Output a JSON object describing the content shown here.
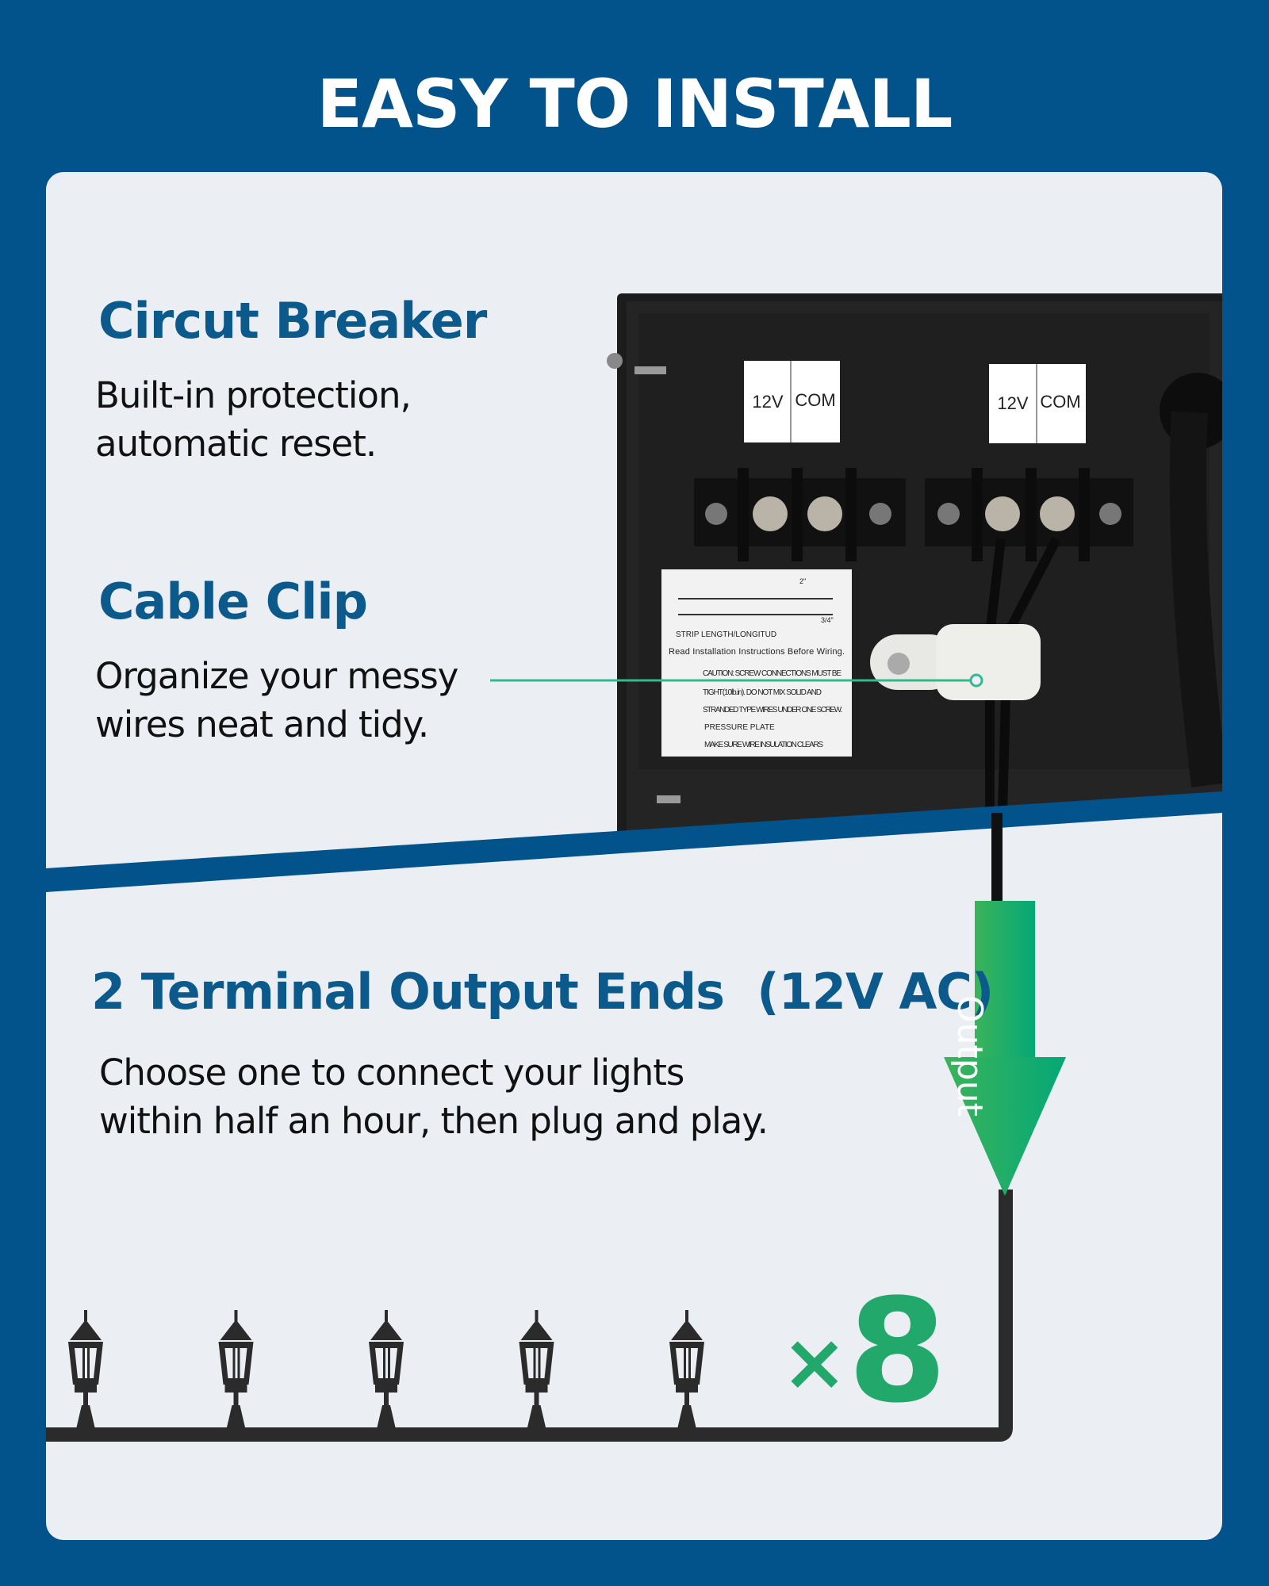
{
  "title": "EASY TO INSTALL",
  "features": [
    {
      "heading": "Circut Breaker",
      "lines": [
        "Built-in protection,",
        "automatic reset."
      ]
    },
    {
      "heading": "Cable Clip",
      "lines": [
        "Organize your messy",
        "wires neat and tidy."
      ]
    },
    {
      "heading": "2 Terminal Output Ends",
      "heading_suffix": "(12V AC)",
      "lines": [
        "Choose one to connect your lights",
        "within half an hour, then plug and play."
      ]
    }
  ],
  "photo": {
    "terminal_labels": [
      {
        "left": "12V",
        "right": "COM"
      },
      {
        "left": "12V",
        "right": "COM"
      }
    ],
    "sticker": [
      "STRIP LENGTH/LONGITUD",
      "Read Installation Instructions Before Wiring.",
      "CAUTION: SCREW CONNECTIONS MUST BE",
      "TIGHT(10lb.in). DO NOT MIX SOLID AND",
      "STRANDED TYPE WIRES UNDER ONE SCREW.",
      "PRESSURE PLATE",
      "MAKE SURE WIRE INSULATION CLEARS"
    ],
    "dims": [
      "2\"",
      "3/4\""
    ]
  },
  "arrow_label": "Output",
  "multiplier": {
    "symbol": "×",
    "count": "8"
  },
  "lamp_count_shown": 5,
  "colors": {
    "background": "#02528b",
    "panel": "#ebeff4",
    "heading": "#0c5a8c",
    "accent_green": "#22a86b",
    "wire": "#2b2b2b"
  }
}
